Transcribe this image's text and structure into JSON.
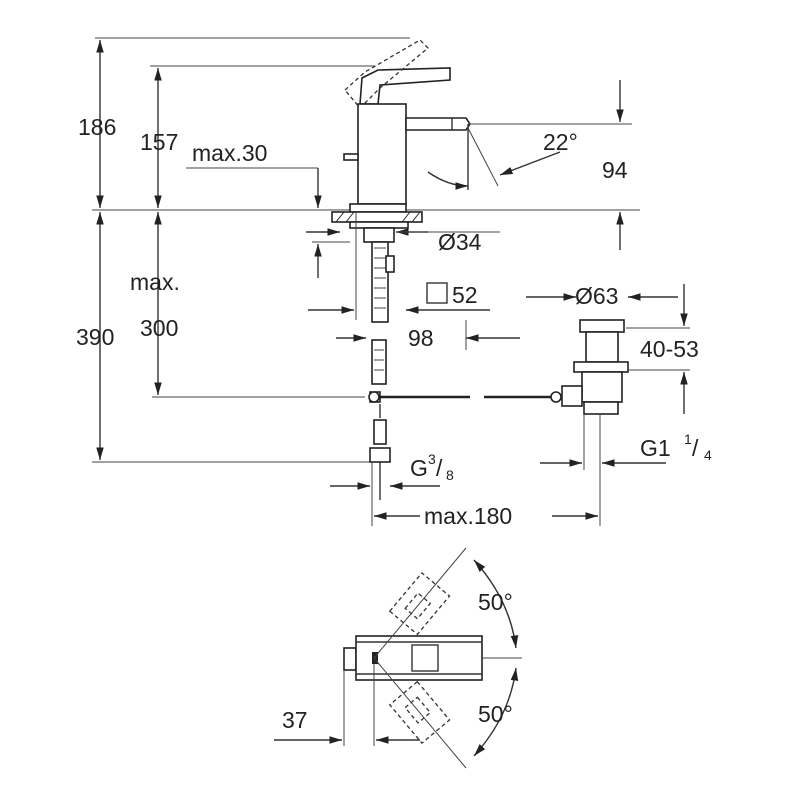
{
  "dimensions": {
    "total_height": "186",
    "spout_height": "157",
    "max_deck": "max.30",
    "angle_spout": "22°",
    "reach": "94",
    "hole_dia": "Ø34",
    "square": "52",
    "max_label": "max.",
    "max_value": "300",
    "total_below": "390",
    "width_98": "98",
    "waste_dia": "Ø63",
    "waste_range": "40-53",
    "connection_g": "G",
    "connection_g_sup": "3",
    "connection_g_sub": "8",
    "connection_g1": "G1",
    "connection_g1_sup": "1",
    "connection_g1_sub": "4",
    "max_180": "max.180",
    "rotation_top": "50°",
    "rotation_bottom": "50°",
    "offset_37": "37"
  },
  "colors": {
    "line": "#333333",
    "background": "#ffffff"
  }
}
